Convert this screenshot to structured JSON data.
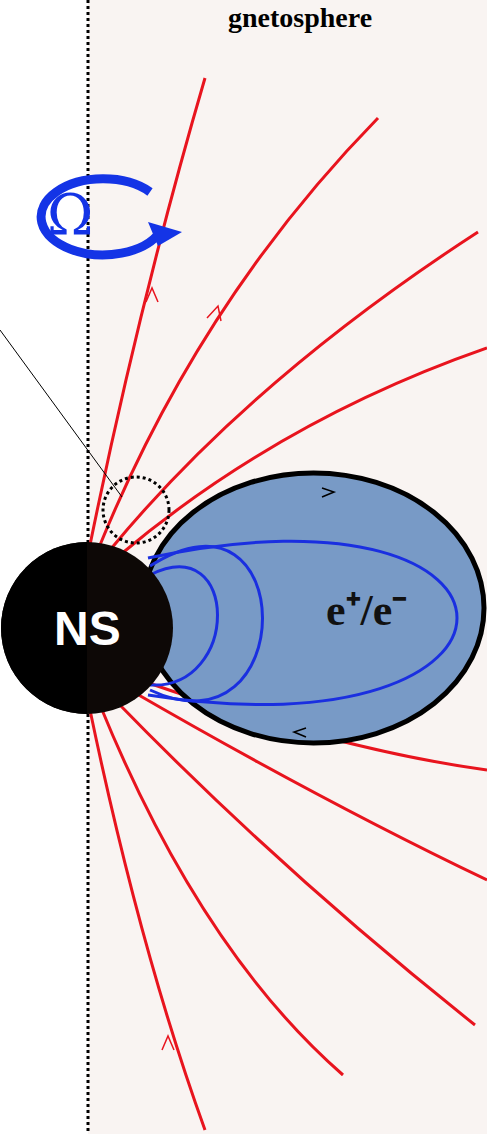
{
  "diagram": {
    "nodes": [
      {
        "text": [
          "NS"
        ]
      },
      {
        "text": [
          "e⁺/e⁻"
        ]
      }
    ],
    "labels": [
      "gnetosphere",
      "Ω"
    ]
  }
}
